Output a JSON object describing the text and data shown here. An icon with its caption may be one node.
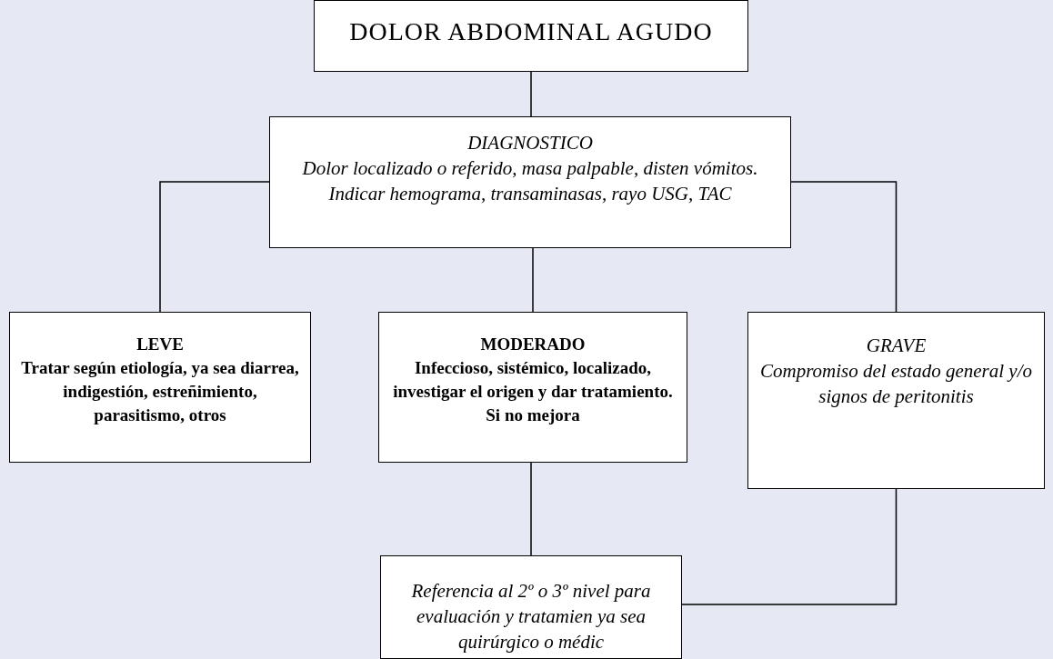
{
  "diagram": {
    "nodes": [
      {
        "text": [
          "DOLOR ABDOMINAL AGUDO"
        ]
      },
      {
        "text": [
          "DIAGNOSTICO",
          "Dolor localizado o referido, masa palpable, disten vómitos. Indicar hemograma, transaminasas, rayo USG, TAC"
        ]
      },
      {
        "text": [
          "LEVE",
          "Tratar según etiología, ya sea diarrea, indigestión, estreñimiento, parasitismo, otros"
        ]
      },
      {
        "text": [
          "MODERADO",
          "Infeccioso, sistémico, localizado, investigar el origen y dar tratamiento. Si no mejora"
        ]
      },
      {
        "text": [
          "GRAVE",
          "Compromiso del estado general y/o signos de peritonitis"
        ]
      },
      {
        "text": [
          "Referencia al 2º o 3º nivel para evaluación y tratamien ya sea quirúrgico o médic"
        ]
      }
    ],
    "edges": [
      {
        "from": 0,
        "to": 1,
        "arrow": "none"
      },
      {
        "from": 1,
        "to": 2,
        "arrow": "none"
      },
      {
        "from": 1,
        "to": 3,
        "arrow": "none"
      },
      {
        "from": 1,
        "to": 4,
        "arrow": "none"
      },
      {
        "from": 3,
        "to": 5,
        "arrow": "none"
      },
      {
        "from": 4,
        "to": 5,
        "arrow": "none"
      }
    ]
  }
}
